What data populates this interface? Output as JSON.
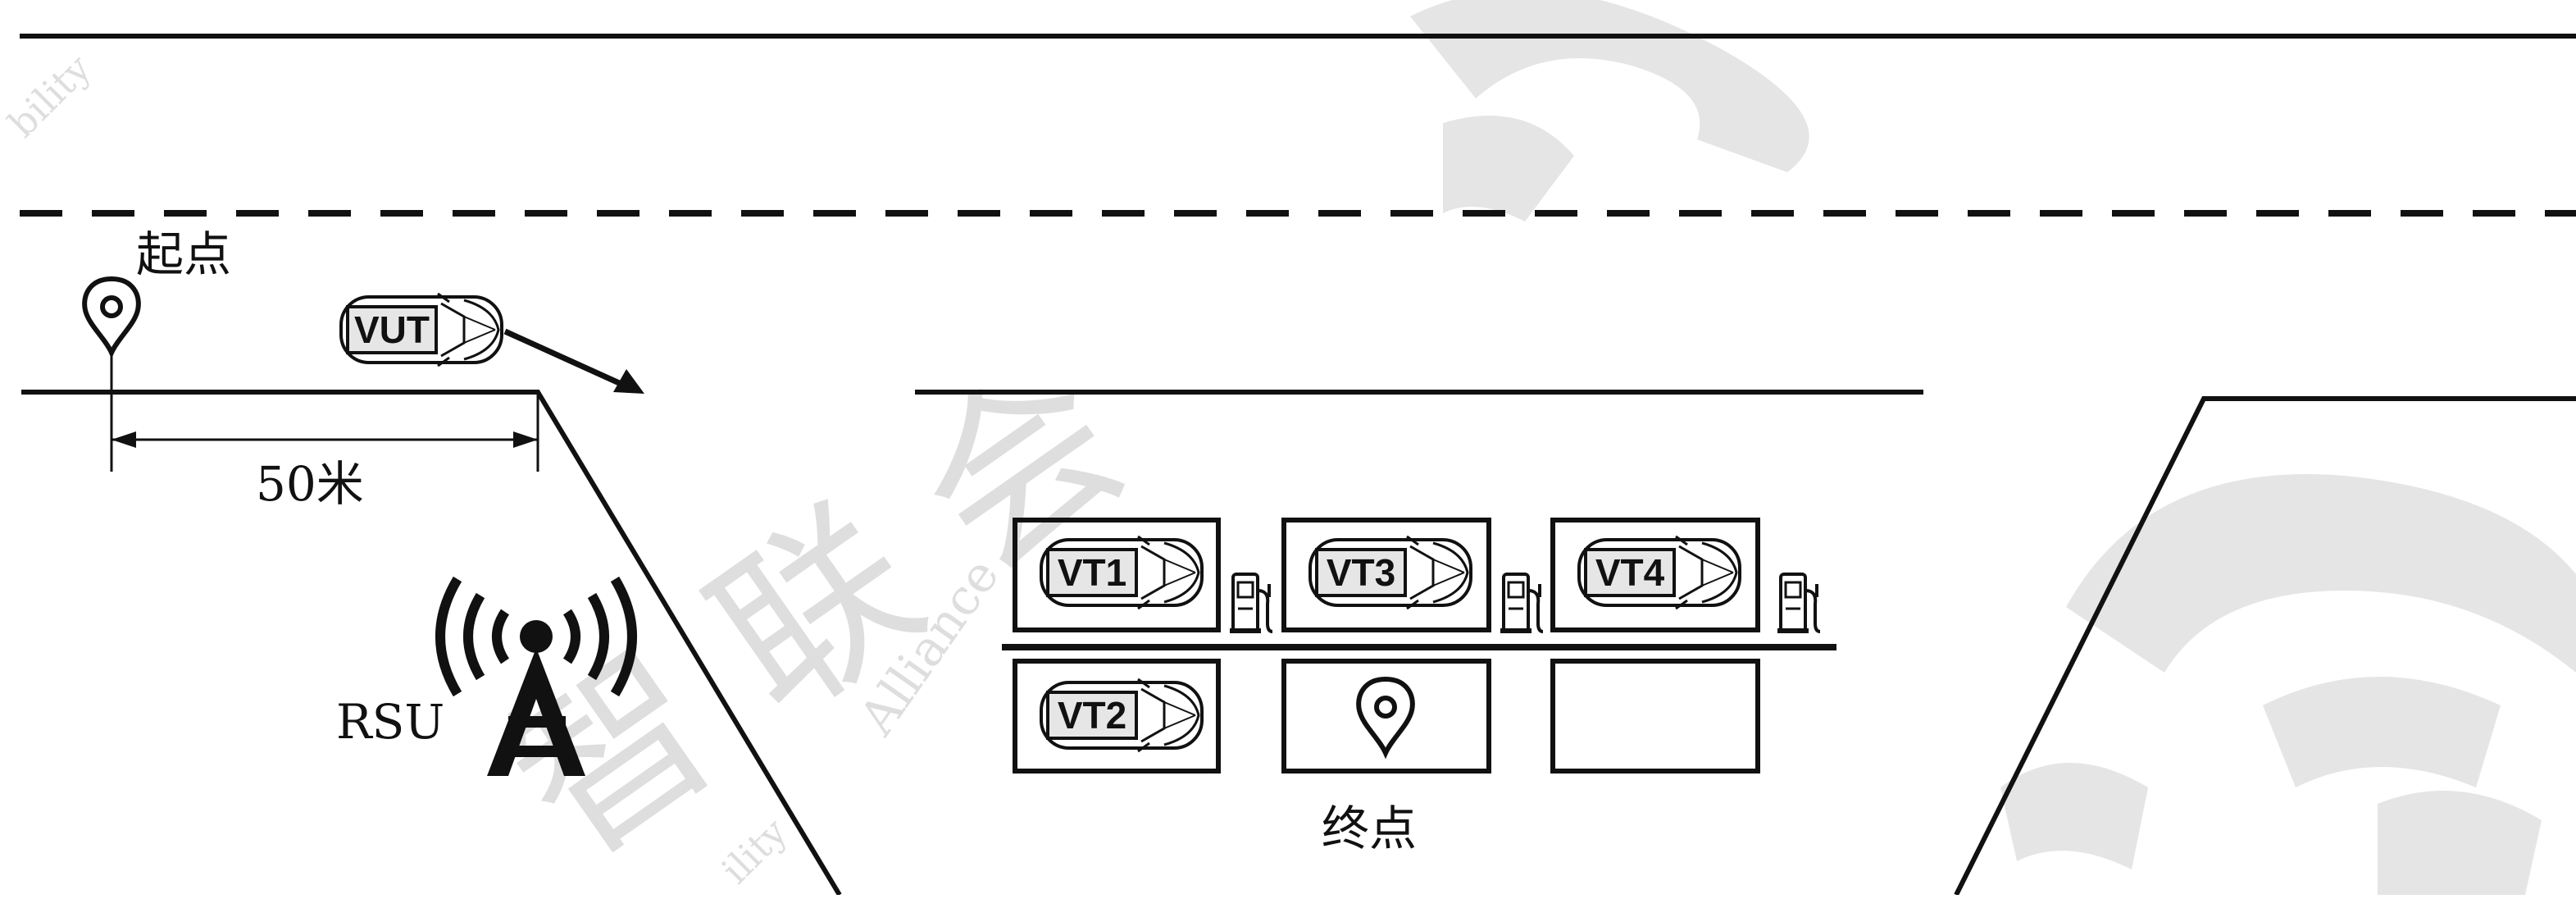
{
  "labels": {
    "start": "起点",
    "end": "终点",
    "distance": "50米",
    "rsu": "RSU"
  },
  "vehicles": {
    "vut": "VUT",
    "vt1": "VT1",
    "vt2": "VT2",
    "vt3": "VT3",
    "vt4": "VT4"
  },
  "watermark": {
    "text1": "智 联 会",
    "text2": "Alliance",
    "text3": "bility",
    "text4": "ility"
  },
  "colors": {
    "line": "#111111",
    "watermark": "#c9c9c9"
  }
}
